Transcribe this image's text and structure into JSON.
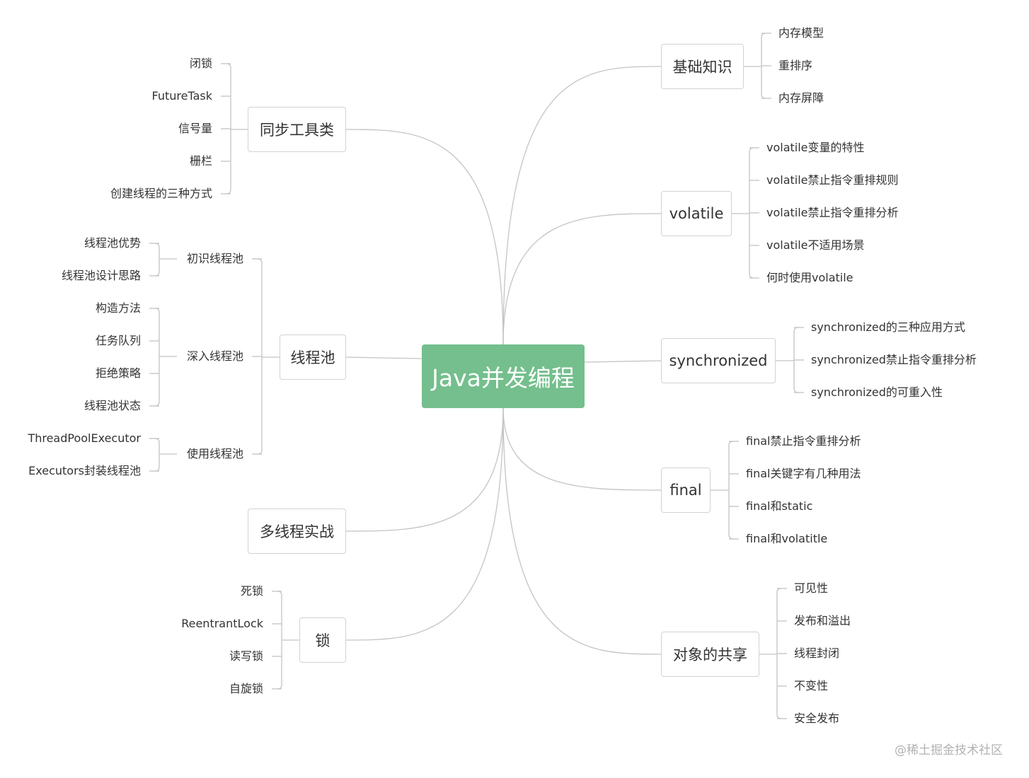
{
  "root": {
    "label": "Java并发编程"
  },
  "colors": {
    "root_fill": "#74bf8d",
    "line": "#c4c4c4",
    "box_border": "#d2d2d2",
    "text": "#333333"
  },
  "branches": {
    "basics": {
      "label": "基础知识",
      "items": [
        "内存模型",
        "重排序",
        "内存屏障"
      ]
    },
    "volatile": {
      "label": "volatile",
      "items": [
        "volatile变量的特性",
        "volatile禁止指令重排规则",
        "volatile禁止指令重排分析",
        "volatile不适用场景",
        "何时使用volatile"
      ]
    },
    "synchronized": {
      "label": "synchronized",
      "items": [
        "synchronized的三种应用方式",
        "synchronized禁止指令重排分析",
        "synchronized的可重入性"
      ]
    },
    "final": {
      "label": "final",
      "items": [
        "final禁止指令重排分析",
        "final关键字有几种用法",
        "final和static",
        "final和volatitle"
      ]
    },
    "sharing": {
      "label": "对象的共享",
      "items": [
        "可见性",
        "发布和溢出",
        "线程封闭",
        "不变性",
        "安全发布"
      ]
    },
    "sync_tools": {
      "label": "同步工具类",
      "items": [
        "闭锁",
        "FutureTask",
        "信号量",
        "栅栏",
        "创建线程的三种方式"
      ]
    },
    "thread_pool": {
      "label": "线程池",
      "groups": [
        {
          "label": "初识线程池",
          "items": [
            "线程池优势",
            "线程池设计思路"
          ]
        },
        {
          "label": "深入线程池",
          "items": [
            "构造方法",
            "任务队列",
            "拒绝策略",
            "线程池状态"
          ]
        },
        {
          "label": "使用线程池",
          "items": [
            "ThreadPoolExecutor",
            "Executors封装线程池"
          ]
        }
      ]
    },
    "practice": {
      "label": "多线程实战"
    },
    "locks": {
      "label": "锁",
      "items": [
        "死锁",
        "ReentrantLock",
        "读写锁",
        "自旋锁"
      ]
    }
  },
  "credit": "@稀土掘金技术社区"
}
